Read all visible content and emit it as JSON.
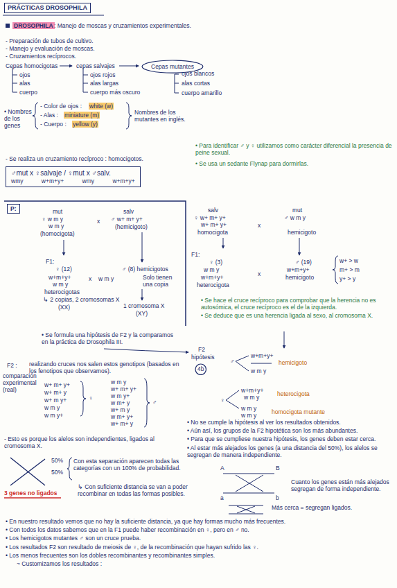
{
  "diagram": {
    "title": "PRÁCTICAS DROSOPHILA",
    "nodes": [
      {
        "text": [
          "Cepas mutantes"
        ]
      },
      {
        "text": [
          "♂mut x ♀salvaje / ♀mut x ♂salv.",
          "wmy w+m+y+ wmy w+m+y+"
        ]
      },
      {
        "text": [
          "P:"
        ]
      },
      {
        "text": [
          "4b"
        ]
      }
    ],
    "labels": [
      "DROSOPHILA",
      ": Manejo de moscas y cruzamientos experimentales.",
      "- Preparación de tubos de cultivo.",
      "- Manejo y evaluación de moscas.",
      "- Cruzamientos recíprocos.",
      "Cepas homocigotas",
      "ojos",
      "alas",
      "cuerpo",
      "cepas salvajes",
      "ojos rojos",
      "alas largas",
      "cuerpo más oscuro",
      "ojos blancos",
      "alas cortas",
      "cuerpo amarillo",
      "• Nombres de los genes",
      "- Color de ojos :",
      "white (w)",
      "- Alas :",
      "miniature (m)",
      "- Cuerpo :",
      "yellow (y)",
      "Nombres de los mutantes en inglés.",
      "• Para identificar ♂ y ♀ utilizamos como carácter diferencial la presencia de peine sexual.",
      "• Se usa un sedante Flynap para dormirlas.",
      "- Se realiza un cruzamiento recíproco : homocigotos.",
      "mut",
      "♀ w m y",
      "w m y",
      "(homocigota)",
      "x",
      "salv",
      "♂ w+ m+ y+",
      "(hemicigoto)",
      "salv",
      "♀ w+ m+ y+",
      "w+ m+ y+",
      "homocigota",
      "x",
      "mut",
      "♂ w m y",
      "hemicigoto",
      "F1:",
      "♀ (12)",
      "w+m+y+",
      "w m y",
      "heterocigotas",
      "↳ 2 copias, 2 cromosomas X",
      "(XX)",
      "x",
      "w m y",
      "♂ (8) hemicigotos",
      "Solo tienen una copia",
      "1 cromosoma X",
      "(XY)",
      "F1:",
      "♀ (3)",
      "w m y",
      "w+m+y+",
      "heterocigota",
      "x",
      "♂ (19)",
      "w+m+y+",
      "hemicigoto",
      "w+ > w",
      "m+ > m",
      "y+ > y",
      "• Se hace el cruce recíproco para comprobar que la herencia no es autosómica, el cruce recíproco es el de la izquierda.",
      "• Se deduce que es una herencia ligada al sexo, al cromosoma X.",
      "• Se formula una hipótesis de F2 y la comparamos en la práctica de Drosophila III.",
      "F2",
      "hipótesis",
      "♂",
      "w+m+y+",
      "hemicigoto",
      "w m y",
      "♀",
      "w+m+y+",
      "w m y",
      "heterocigota",
      "w m y",
      "w m y",
      "homocigota mutante",
      "F2 :",
      "realizando cruces nos salen estos genotipos (basados en los fenotipos que observamos).",
      "comparación experimental (real)",
      "w+ m+ y+",
      "w+ m+ y",
      "w+ m y+",
      "w m y",
      "w m y+",
      "♀",
      "w m y",
      "w+ m+ y+",
      "w m y+",
      "w m+ y",
      "w+ m y",
      "w m+ y+",
      "w+ m+ y",
      "♂",
      "• No se cumple la hipótesis al ver los resultados obtenidos.",
      "• Aún así, los grupos de la F2 hipotética son los más abundantes.",
      "• Para que se cumpliese nuestra hipótesis, los genes deben estar cerca.",
      "• Al estar más alejados los genes (a una distancia del 50%), los alelos se segregan de manera independiente.",
      "- Esto es porque los alelos son independientes, ligados al cromosoma X.",
      "50%",
      "50%",
      "3 genes no ligados",
      "Con esta separación aparecen todas las categorías con un 100% de probabilidad.",
      "↳ Con suficiente distancia se van a poder recombinar en todas las formas posibles.",
      "A",
      "B",
      "a",
      "b",
      "Cuanto los genes están más alejados segregan de forma independiente.",
      "Más cerca = segregan ligados.",
      "• En nuestro resultado vemos que no hay la suficiente distancia, ya que hay formas mucho más frecuentes.",
      "• Con todos los datos sabemos que en la F1 puede haber recombinación en ♀, pero en ♂ no.",
      "• Los hemicigotos mutantes ♂ son un cruce prueba.",
      "• Los resultados F2 son resultado de meiosis de ♀, de la recombinación que hayan sufrido las ♀.",
      "• Los menos frecuentes son los dobles recombinantes y recombinantes simples.",
      "~ Customizamos los resultados :"
    ]
  }
}
